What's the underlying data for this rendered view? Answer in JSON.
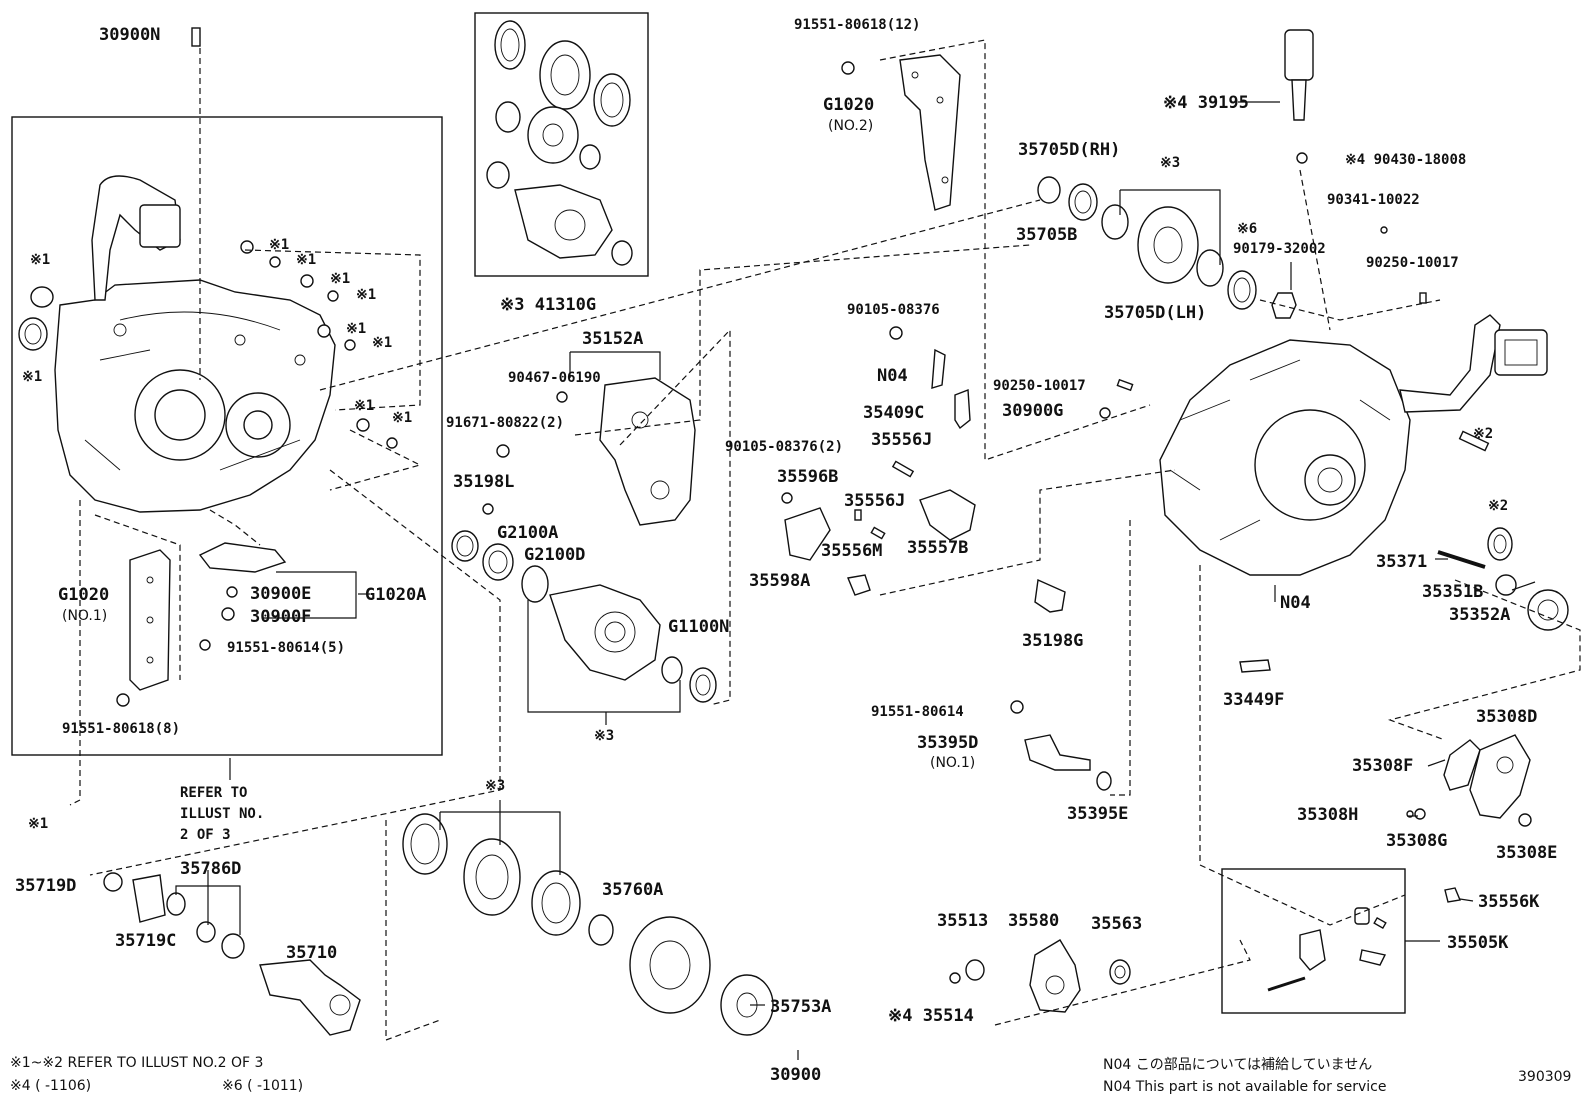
{
  "labels": {
    "p30900N": "30900N",
    "p91551_80618_12": "91551-80618(12)",
    "pG1020": "G1020",
    "pG1020_no2": "(NO.2)",
    "p39195": "※4 39195",
    "p90430_18008": "※4 90430-18008",
    "p35705D_RH": "35705D(RH)",
    "p35705D_RH_note": "※3",
    "p35705B": "35705B",
    "p35705D_LH": "35705D(LH)",
    "p90179_32002": "90179-32002",
    "p90179_note": "※6",
    "p90341_10022": "90341-10022",
    "p90250_10017_right": "90250-10017",
    "p41310G": "※3 41310G",
    "p35152A": "35152A",
    "p90467_06190": "90467-06190",
    "p91671_80822": "91671-80822(2)",
    "p35198L": "35198L",
    "p90105_08376": "90105-08376",
    "pN04_top": "N04",
    "p35409C": "35409C",
    "p90250_10017_mid": "90250-10017",
    "p30900G": "30900G",
    "p90105_08376_2": "90105-08376(2)",
    "p35556J_a": "35556J",
    "p35596B": "35596B",
    "p35556J_b": "35556J",
    "p35556M": "35556M",
    "p35557B": "35557B",
    "p35598A": "35598A",
    "pG2100A": "G2100A",
    "pG2100D": "G2100D",
    "pG1100N": "G1100N",
    "p3_note_mid": "※3",
    "p35198G": "35198G",
    "p35371": "35371",
    "p35351B": "35351B",
    "p35352A": "35352A",
    "pN04_right": "N04",
    "p33449F": "33449F",
    "p2_note_a": "※2",
    "p2_note_b": "※2",
    "pG1020_left": "G1020",
    "pG1020_no1": "(NO.1)",
    "p30900E": "30900E",
    "p30900F": "30900F",
    "pG1020A": "G1020A",
    "p91551_80614_5": "91551-80614(5)",
    "p91551_80618_8": "91551-80618(8)",
    "p91551_80614": "91551-80614",
    "p35395D": "35395D",
    "p35395D_no1": "(NO.1)",
    "p35395E": "35395E",
    "p35308D": "35308D",
    "p35308F": "35308F",
    "p35308H": "35308H",
    "p35308G": "35308G",
    "p35308E": "35308E",
    "refer_1": "REFER TO",
    "refer_2": "ILLUST NO.",
    "refer_3": "2 OF 3",
    "p35719D": "35719D",
    "p35786D": "35786D",
    "p35719C": "35719C",
    "p35710": "35710",
    "p3_note_lower": "※3",
    "p35760A": "35760A",
    "p35753A": "35753A",
    "p35513": "35513",
    "p35580": "35580",
    "p35563": "35563",
    "p35514": "※4 35514",
    "p35556K": "35556K",
    "p35505K": "35505K",
    "p30900": "30900",
    "x1": "※1"
  },
  "footnotes": {
    "line1": "※1~※2 REFER TO ILLUST NO.2 OF 3",
    "line2a": "※4 (    -1106)",
    "line2b": "※6 (    -1011)",
    "n04_jp": "N04  この部品については補給していません",
    "n04_en": "N04  This part is not available for service",
    "illust_no": "390309"
  }
}
